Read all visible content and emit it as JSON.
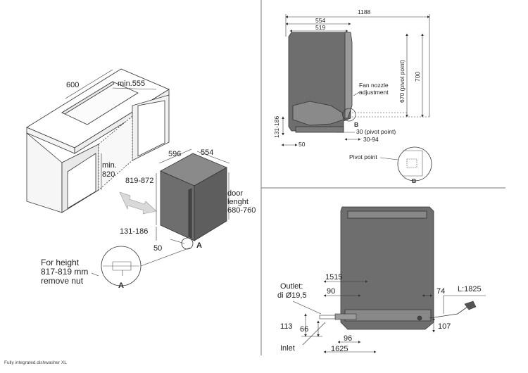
{
  "left_view": {
    "cabinet_width": "600",
    "cabinet_depth": "min.555",
    "opening_height_min": "min.",
    "opening_height_value": "820",
    "machine_width": "596",
    "machine_depth": "554",
    "machine_height": "819-872",
    "door_length_line1": "door",
    "door_length_line2": "lenght",
    "door_length_line3": "680-760",
    "plinth_height": "131-186",
    "foot_offset": "50",
    "detail_marker": "A",
    "note_line1": "For height",
    "note_line2": "817-819 mm",
    "note_line3": "remove nut",
    "detail_label": "A"
  },
  "side_view": {
    "total_depth": "1188",
    "depth_554": "554",
    "depth_519": "519",
    "fan_nozzle_line1": "Fan nozzle",
    "fan_nozzle_line2": "adjustment",
    "height_pivot": "670 (pivot point)",
    "height_700": "700",
    "plinth_range": "131-186",
    "foot_50": "50",
    "pivot_30": "30 (pivot point)",
    "range_30_94": "30-94",
    "marker_b": "B",
    "pivot_point_label": "Pivot point",
    "detail_b_label": "B"
  },
  "rear_view": {
    "outlet_line1": "Outlet:",
    "outlet_line2": "di Ø19,5",
    "dim_1515": "1515",
    "dim_90": "90",
    "dim_74": "74",
    "cable_length": "L:1825",
    "dim_113": "113",
    "dim_66": "66",
    "dim_96": "96",
    "dim_107": "107",
    "inlet": "Inlet",
    "dim_1625": "1625"
  },
  "caption": "Fully integrated dishwasher XL",
  "colors": {
    "machine_fill": "#6e6e6e",
    "machine_dark": "#555555",
    "line": "#333333",
    "arrow_fill": "#d9d9d9"
  }
}
